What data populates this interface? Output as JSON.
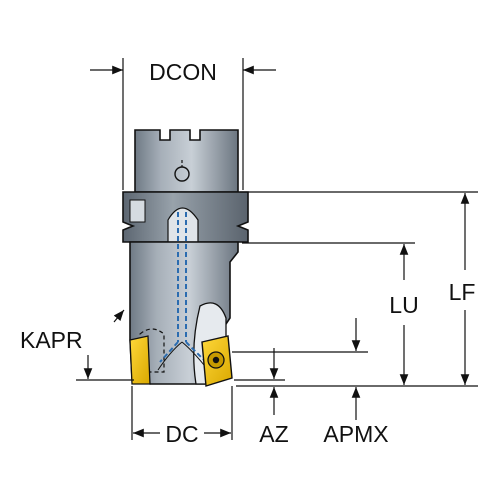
{
  "labels": {
    "dcon": "DCON",
    "lf": "LF",
    "lu": "LU",
    "kapr": "KAPR",
    "dc": "DC",
    "az": "AZ",
    "apmx": "APMX"
  },
  "colors": {
    "tool_steel": "#8e98a3",
    "tool_steel_dark": "#5f6a75",
    "tool_steel_light": "#c5ccd3",
    "insert": "#f2c400",
    "insert_dark": "#c79a00",
    "coolant_channel": "#2b6cb0",
    "line": "#111111"
  }
}
